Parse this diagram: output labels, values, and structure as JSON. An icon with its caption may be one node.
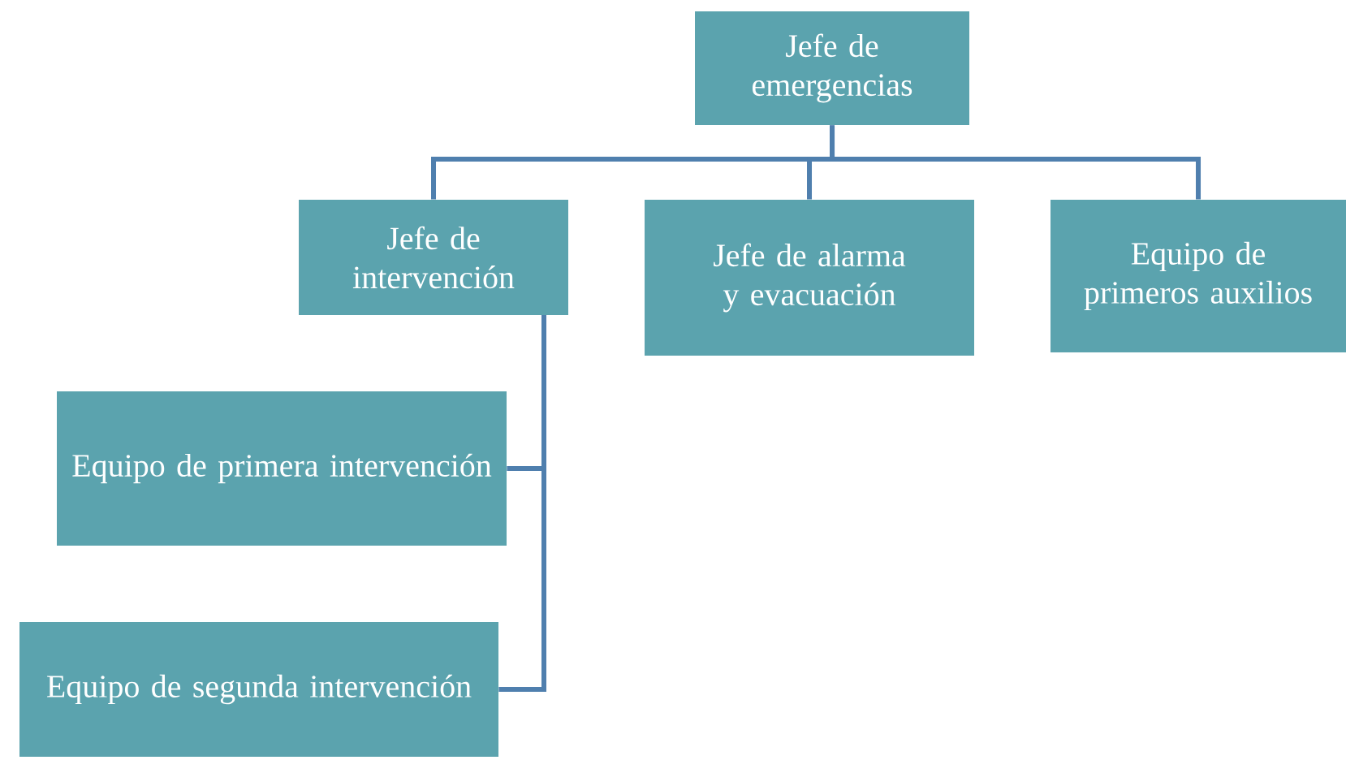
{
  "diagram": {
    "nodes": [
      {
        "text": [
          "Jefe de emergencias"
        ]
      },
      {
        "text": [
          "Jefe de intervención"
        ]
      },
      {
        "text": [
          "Jefe de alarma y evacuación"
        ]
      },
      {
        "text": [
          "Equipo de primeros auxilios"
        ]
      },
      {
        "text": [
          "Equipo de primera intervención"
        ]
      },
      {
        "text": [
          "Equipo de segunda intervención"
        ]
      }
    ],
    "edges": [
      {
        "from": 0,
        "to": 1,
        "arrow": "none"
      },
      {
        "from": 0,
        "to": 2,
        "arrow": "none"
      },
      {
        "from": 0,
        "to": 3,
        "arrow": "none"
      },
      {
        "from": 1,
        "to": 4,
        "arrow": "none"
      },
      {
        "from": 1,
        "to": 5,
        "arrow": "none"
      }
    ]
  }
}
